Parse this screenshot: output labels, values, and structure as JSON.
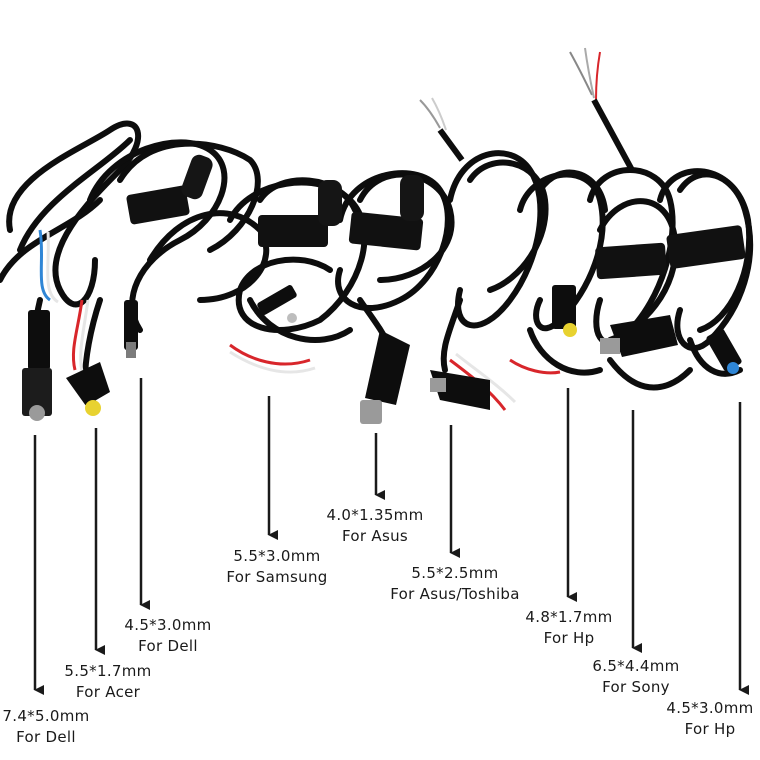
{
  "colors": {
    "background": "#ffffff",
    "cable": "#0d0d0d",
    "arrow": "#1a1a1a",
    "text": "#1a1a1a",
    "tip_yellow": "#e8d230",
    "tip_blue": "#2f86d6",
    "wire_red": "#d8262b",
    "wire_white": "#e6e6e6"
  },
  "cables": [
    {
      "size": "7.4*5.0mm",
      "brand": "For Dell"
    },
    {
      "size": "5.5*1.7mm",
      "brand": "For Acer"
    },
    {
      "size": "4.5*3.0mm",
      "brand": "For Dell"
    },
    {
      "size": "5.5*3.0mm",
      "brand": "For Samsung"
    },
    {
      "size": "4.0*1.35mm",
      "brand": "For Asus"
    },
    {
      "size": "5.5*2.5mm",
      "brand": "For Asus/Toshiba"
    },
    {
      "size": "4.8*1.7mm",
      "brand": "For Hp"
    },
    {
      "size": "6.5*4.4mm",
      "brand": "For Sony"
    },
    {
      "size": "4.5*3.0mm",
      "brand": "For Hp"
    }
  ]
}
